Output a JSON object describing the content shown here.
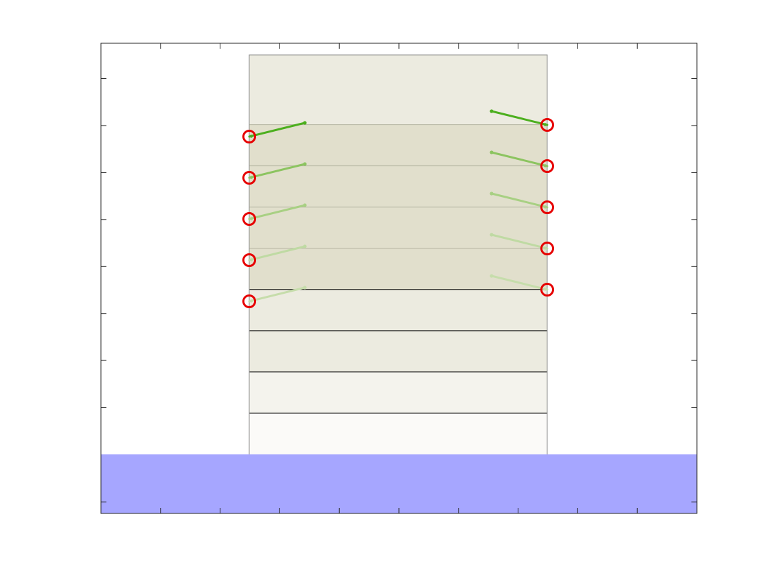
{
  "figure": {
    "title": "",
    "xlabel": "",
    "ylabel": "",
    "tick_labels_visible": false
  },
  "colors": {
    "figure_background": "#ffffff",
    "axes_background": "#ffffff",
    "axes_frame": "#262626",
    "ground_fill": "#a6a6ff",
    "thin_rule": "#b4b4a0",
    "structure_outline": "#8c8c8c",
    "floor_line": "#000000",
    "marker_ring": "#e60000"
  },
  "diagram": {
    "ground": {
      "name": "ground",
      "color": "#a6a6ff"
    },
    "building": {
      "name": "building",
      "stories": [
        {
          "level": 9,
          "fill": "#ecebe0",
          "divider": "none"
        },
        {
          "level": 8,
          "fill": "#e1dfcc",
          "divider": "thin"
        },
        {
          "level": 7,
          "fill": "#e1dfcc",
          "divider": "thin"
        },
        {
          "level": 6,
          "fill": "#e1dfcc",
          "divider": "thin"
        },
        {
          "level": 5,
          "fill": "#e1dfcc",
          "divider": "thin"
        },
        {
          "level": 4,
          "fill": "#ecebe0",
          "divider": "dark"
        },
        {
          "level": 3,
          "fill": "#ecebe0",
          "divider": "dark"
        },
        {
          "level": 2,
          "fill": "#f4f3ed",
          "divider": "dark"
        },
        {
          "level": 1,
          "fill": "#fbfaf8",
          "divider": "dark"
        }
      ]
    },
    "vectors": {
      "left": [
        {
          "level": 8,
          "color": "#4caf1e"
        },
        {
          "level": 7,
          "color": "#8cc460"
        },
        {
          "level": 6,
          "color": "#a8d083"
        },
        {
          "level": 5,
          "color": "#bfdaa3"
        },
        {
          "level": 4,
          "color": "#c6ddab"
        }
      ],
      "right": [
        {
          "level": 8,
          "color": "#4caf1e"
        },
        {
          "level": 7,
          "color": "#8cc460"
        },
        {
          "level": 6,
          "color": "#a8d083"
        },
        {
          "level": 5,
          "color": "#bfdaa3"
        },
        {
          "level": 4,
          "color": "#c6ddab"
        }
      ]
    },
    "marker": {
      "shape": "circle",
      "color": "#e60000"
    }
  }
}
